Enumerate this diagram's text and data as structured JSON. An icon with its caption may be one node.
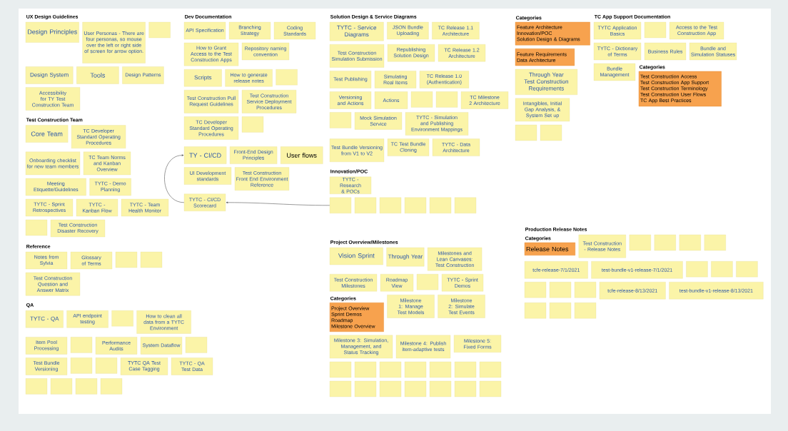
{
  "diagram": {
    "nodes": [
      {
        "text": [
          "Design Principles"
        ]
      },
      {
        "text": [
          "User Personas - There are four personas, so mouse over the left or right side of screen for arrow option."
        ]
      },
      {
        "text": [],
        "shape": "box"
      },
      {
        "text": [
          "Design System"
        ]
      },
      {
        "text": [
          "Tools"
        ]
      },
      {
        "text": [
          "Design Patterns"
        ]
      },
      {
        "text": [
          "Accessibility for TY Test Construction Team"
        ]
      },
      {
        "text": [
          "API Specification"
        ]
      },
      {
        "text": [
          "Branching Strategy"
        ]
      },
      {
        "text": [
          "Coding Standards"
        ]
      },
      {
        "text": [
          "How to Grant Access to the Test Construction Apps"
        ]
      },
      {
        "text": [
          "Repository naming convention"
        ]
      },
      {
        "text": [
          "Scripts"
        ]
      },
      {
        "text": [
          "How to generate release notes"
        ]
      },
      {
        "text": [],
        "shape": "box"
      },
      {
        "text": [
          "Test Construction Pull Request Guidelines"
        ]
      },
      {
        "text": [
          "Test Construction Service Deployment Procedures"
        ]
      },
      {
        "text": [
          "TC Developer Standard Operating Procedures"
        ]
      },
      {
        "text": [],
        "shape": "box"
      },
      {
        "text": [
          "Core Team"
        ]
      },
      {
        "text": [
          "TC Developer Standard Operating Procedures"
        ]
      },
      {
        "text": [
          "Onboarding checklist for new team members"
        ]
      },
      {
        "text": [
          "TC Team Norms and Kanban Overview"
        ]
      },
      {
        "text": [
          "Meeting Etiquette/Guidelines"
        ]
      },
      {
        "text": [
          "TYTC - Demo Planning"
        ]
      },
      {
        "text": [
          "TYTC - Sprint Retrospectives"
        ]
      },
      {
        "text": [
          "TYTC - Kanban Flow"
        ]
      },
      {
        "text": [
          "TYTC - Team Health Monitor"
        ]
      },
      {
        "text": [],
        "shape": "box"
      },
      {
        "text": [
          "Test Construction Disaster Recovery"
        ]
      },
      {
        "text": [
          "Notes from Sylvia"
        ]
      },
      {
        "text": [
          "Glossary of Terms"
        ]
      },
      {
        "text": [],
        "shape": "box"
      },
      {
        "text": [],
        "shape": "box"
      },
      {
        "text": [
          "Test Construction Question and Answer Matrix"
        ]
      },
      {
        "text": [
          "TY - CI/CD"
        ]
      },
      {
        "text": [
          "TYTC - CI/CD Scorecard"
        ]
      },
      {
        "text": [
          "Front-End Design Principles"
        ]
      },
      {
        "text": [
          "UI Development standards"
        ]
      },
      {
        "text": [
          "Test Construction Front End Environment Reference"
        ]
      },
      {
        "text": [
          "User flows"
        ]
      },
      {
        "text": [
          "TYTC - Service Diagrams"
        ]
      },
      {
        "text": [
          "JSON Bundle Uploading"
        ]
      },
      {
        "text": [
          "TC Release 1.1 Architecture"
        ]
      },
      {
        "text": [
          "Test Construction Simulation Submission"
        ]
      },
      {
        "text": [
          "Republishing Solution Design"
        ]
      },
      {
        "text": [
          "TC Release 1.2 Architecture"
        ]
      },
      {
        "text": [
          "Test Publishing"
        ]
      },
      {
        "text": [
          "Simulating Real Items"
        ]
      },
      {
        "text": [
          "TC Release 1.0 (Authentication)"
        ]
      },
      {
        "text": [
          "Versioning and Actions"
        ]
      },
      {
        "text": [
          "Actions"
        ]
      },
      {
        "text": [],
        "shape": "box"
      },
      {
        "text": [],
        "shape": "box"
      },
      {
        "text": [
          "TC Milestone 2 Architecture"
        ]
      },
      {
        "text": [],
        "shape": "box"
      },
      {
        "text": [
          "Mock Simulation Service"
        ]
      },
      {
        "text": [
          "TYTC - Simulation and Publishing Environment Mappings"
        ]
      },
      {
        "text": [
          "Test Bundle Versioning from V1 to V2"
        ]
      },
      {
        "text": [
          "TC Test Bundle Cloning"
        ]
      },
      {
        "text": [
          "TYTC - Data Architecture"
        ]
      },
      {
        "text": [
          "TYTC - Research & POCs"
        ]
      },
      {
        "text": [],
        "shape": "box"
      },
      {
        "text": [],
        "shape": "box"
      },
      {
        "text": [],
        "shape": "box"
      },
      {
        "text": [],
        "shape": "box"
      },
      {
        "text": [],
        "shape": "box"
      },
      {
        "text": [],
        "shape": "box"
      },
      {
        "text": [
          "Categories",
          "Feature Architecture",
          "Innovation/POC",
          "Solution Design & Diagrams"
        ]
      },
      {
        "text": [
          "Feature Requirements",
          "Data Architecture"
        ]
      },
      {
        "text": [
          "Through Year Test Construction Requirements"
        ]
      },
      {
        "text": [
          "Intangibles, Initial Gap Analysis, & System Set up"
        ]
      },
      {
        "text": [],
        "shape": "box"
      },
      {
        "text": [],
        "shape": "box"
      },
      {
        "text": [
          "TYTC Application Basics"
        ]
      },
      {
        "text": [],
        "shape": "box"
      },
      {
        "text": [
          "Access to the Test Construction App"
        ]
      },
      {
        "text": [
          "TYTC - Dictionary of Terms"
        ]
      },
      {
        "text": [
          "Business Rules"
        ]
      },
      {
        "text": [
          "Bundle and Simulation Statuses"
        ]
      },
      {
        "text": [
          "Bundle Management"
        ]
      },
      {
        "text": [
          "Categories",
          "Test Construction Access",
          "Test Construction App Support",
          "Test Construction Terminology",
          "Test Construction User Flows",
          "TC App Best Practices"
        ]
      },
      {
        "text": [
          "TYTC - QA"
        ]
      },
      {
        "text": [
          "API endpoint testing"
        ]
      },
      {
        "text": [],
        "shape": "box"
      },
      {
        "text": [
          "How to clean all data from a TYTC Environment"
        ]
      },
      {
        "text": [
          "Item Pool Processing"
        ]
      },
      {
        "text": [],
        "shape": "box"
      },
      {
        "text": [
          "Performance Audits"
        ]
      },
      {
        "text": [
          "System Dataflow"
        ]
      },
      {
        "text": [],
        "shape": "box"
      },
      {
        "text": [
          "Test Bundle Versioning"
        ]
      },
      {
        "text": [],
        "shape": "box"
      },
      {
        "text": [],
        "shape": "box"
      },
      {
        "text": [
          "TYTC QA Test Case Tagging"
        ]
      },
      {
        "text": [
          "TYTC - QA Test Data"
        ]
      },
      {
        "text": [],
        "shape": "box"
      },
      {
        "text": [],
        "shape": "box"
      },
      {
        "text": [],
        "shape": "box"
      },
      {
        "text": [],
        "shape": "box"
      },
      {
        "text": [
          "Vision Sprint"
        ]
      },
      {
        "text": [
          "Through Year"
        ]
      },
      {
        "text": [
          "Milestones and Lean Canvases: Test Construction"
        ]
      },
      {
        "text": [
          "Test Construction Milestones"
        ]
      },
      {
        "text": [
          "Roadmap View"
        ]
      },
      {
        "text": [],
        "shape": "box"
      },
      {
        "text": [
          "TYTC - Sprint Demos"
        ]
      },
      {
        "text": [
          "Categories",
          "Project Overview",
          "Sprint Demos",
          "Roadmap",
          "Milestone Overview"
        ]
      },
      {
        "text": [
          "Milestone 1: Manage Test Models"
        ]
      },
      {
        "text": [
          "Milestone 2: Simulate Test Events"
        ]
      },
      {
        "text": [
          "Milestone 3: Simulation, Management, and Status Tracking"
        ]
      },
      {
        "text": [
          "Milestone 4: Publish item-adaptive tests"
        ]
      },
      {
        "text": [
          "Milestone 5: Fixed Forms"
        ]
      },
      {
        "text": [],
        "shape": "box"
      },
      {
        "text": [],
        "shape": "box"
      },
      {
        "text": [],
        "shape": "box"
      },
      {
        "text": [],
        "shape": "box"
      },
      {
        "text": [],
        "shape": "box"
      },
      {
        "text": [],
        "shape": "box"
      },
      {
        "text": [],
        "shape": "box"
      },
      {
        "text": [],
        "shape": "box"
      },
      {
        "text": [],
        "shape": "box"
      },
      {
        "text": [],
        "shape": "box"
      },
      {
        "text": [],
        "shape": "box"
      },
      {
        "text": [],
        "shape": "box"
      },
      {
        "text": [],
        "shape": "box"
      },
      {
        "text": [],
        "shape": "box"
      },
      {
        "text": [
          "Categories",
          "Release Notes"
        ]
      },
      {
        "text": [
          "Test Construction - Release Notes"
        ]
      },
      {
        "text": [],
        "shape": "box"
      },
      {
        "text": [],
        "shape": "box"
      },
      {
        "text": [],
        "shape": "box"
      },
      {
        "text": [],
        "shape": "box"
      },
      {
        "text": [
          "tcfe-release-7/1/2021"
        ]
      },
      {
        "text": [
          "test-bundle-v1-release-7/1/2021"
        ]
      },
      {
        "text": [],
        "shape": "box"
      },
      {
        "text": [],
        "shape": "box"
      },
      {
        "text": [],
        "shape": "box"
      },
      {
        "text": [],
        "shape": "box"
      },
      {
        "text": [],
        "shape": "box"
      },
      {
        "text": [],
        "shape": "box"
      },
      {
        "text": [
          "tcfe-release-8/13/2021"
        ]
      },
      {
        "text": [
          "test-bundle-v1-release-8/13/2021"
        ]
      },
      {
        "text": [],
        "shape": "box"
      },
      {
        "text": [],
        "shape": "box"
      },
      {
        "text": [],
        "shape": "box"
      }
    ],
    "edges": [
      {
        "from": 36,
        "to": 35,
        "arrow": "to"
      },
      {
        "from": 62,
        "to": 36,
        "arrow": "to"
      }
    ],
    "labels": [
      "UX Design Guidelines",
      "Dev Documentation",
      "Test Construction Team",
      "Reference",
      "Solution Design & Service Diagrams",
      "Innovation/POC",
      "TC App Support Documentation",
      "QA",
      "Project Overview/Milestones",
      "Production Release Notes"
    ]
  }
}
